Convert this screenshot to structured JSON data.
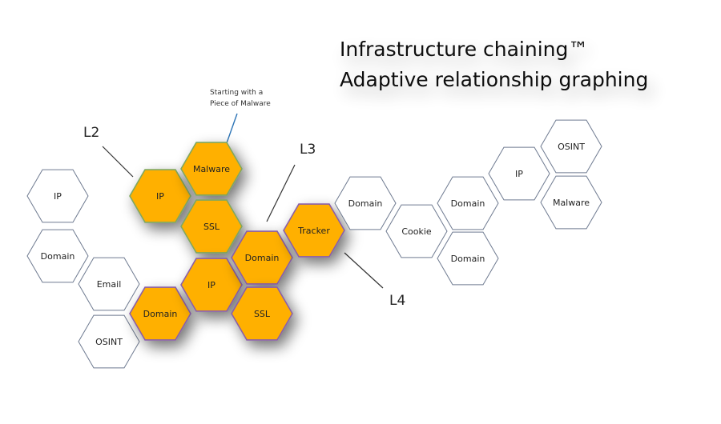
{
  "title": {
    "line1": "Infrastructure chaining™",
    "line2": "Adaptive relationship graphing"
  },
  "annotation": {
    "line1": "Starting with a",
    "line2": "Piece of Malware"
  },
  "levels": {
    "l2": "L2",
    "l3": "L3",
    "l4": "L4"
  },
  "colors": {
    "highlight_fill": "#FFB000",
    "highlight_green_border": "#7FA760",
    "highlight_purple_border": "#8A5FA8",
    "plain_border": "#6E7A90",
    "annotation_arrow": "#2E75B6",
    "text": "#222222"
  },
  "nodes": [
    {
      "id": "n1",
      "label": "IP",
      "style": "plain"
    },
    {
      "id": "n2",
      "label": "Domain",
      "style": "plain"
    },
    {
      "id": "n3",
      "label": "Email",
      "style": "plain"
    },
    {
      "id": "n4",
      "label": "OSINT",
      "style": "plain"
    },
    {
      "id": "n5",
      "label": "IP",
      "style": "highlight-green"
    },
    {
      "id": "n6",
      "label": "Malware",
      "style": "highlight-green"
    },
    {
      "id": "n7",
      "label": "SSL",
      "style": "highlight-green"
    },
    {
      "id": "n8",
      "label": "Domain",
      "style": "highlight-purple"
    },
    {
      "id": "n9",
      "label": "IP",
      "style": "highlight-purple"
    },
    {
      "id": "n10",
      "label": "Domain",
      "style": "highlight-purple"
    },
    {
      "id": "n11",
      "label": "SSL",
      "style": "highlight-purple"
    },
    {
      "id": "n12",
      "label": "Tracker",
      "style": "highlight-purple"
    },
    {
      "id": "n13",
      "label": "Domain",
      "style": "plain"
    },
    {
      "id": "n14",
      "label": "Cookie",
      "style": "plain"
    },
    {
      "id": "n15",
      "label": "Domain",
      "style": "plain"
    },
    {
      "id": "n16",
      "label": "Domain",
      "style": "plain"
    },
    {
      "id": "n17",
      "label": "IP",
      "style": "plain"
    },
    {
      "id": "n18",
      "label": "OSINT",
      "style": "plain"
    },
    {
      "id": "n19",
      "label": "Malware",
      "style": "plain"
    }
  ]
}
